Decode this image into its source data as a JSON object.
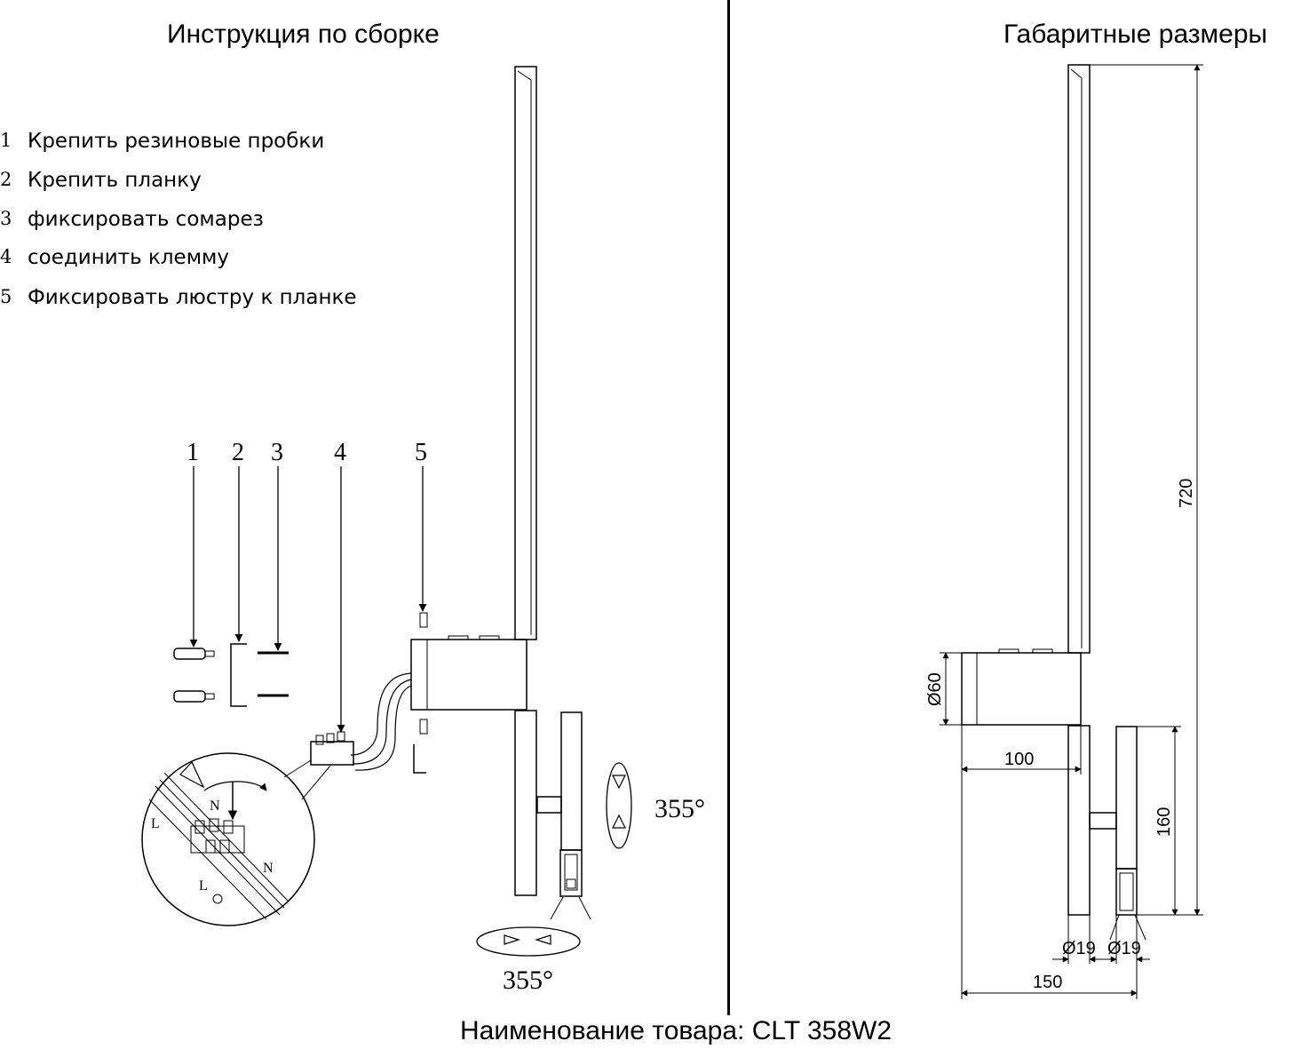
{
  "titles": {
    "assembly": "Инструкция по сборке",
    "dimensions": "Габаритные размеры",
    "product": "Наименование товара: CLT 358W2"
  },
  "steps": [
    {
      "num": "1",
      "text": "Крепить резиновые пробки"
    },
    {
      "num": "2",
      "text": "Крепить планку"
    },
    {
      "num": "3",
      "text": "фиксировать сомарез"
    },
    {
      "num": "4",
      "text": "соединить клемму"
    },
    {
      "num": "5",
      "text": "Фиксировать люстру к планке"
    }
  ],
  "callouts": [
    "1",
    "2",
    "3",
    "4",
    "5"
  ],
  "rotation": {
    "vertical": "355°",
    "horizontal": "355°"
  },
  "wiring": {
    "live": "L",
    "neutral": "N",
    "live2": "L",
    "neutral2": "N"
  },
  "dimensions": {
    "height": "720",
    "diameter": "Ø60",
    "depth": "100",
    "lower_height": "160",
    "dia_left": "Ø19",
    "dia_right": "Ø19",
    "width": "150"
  }
}
